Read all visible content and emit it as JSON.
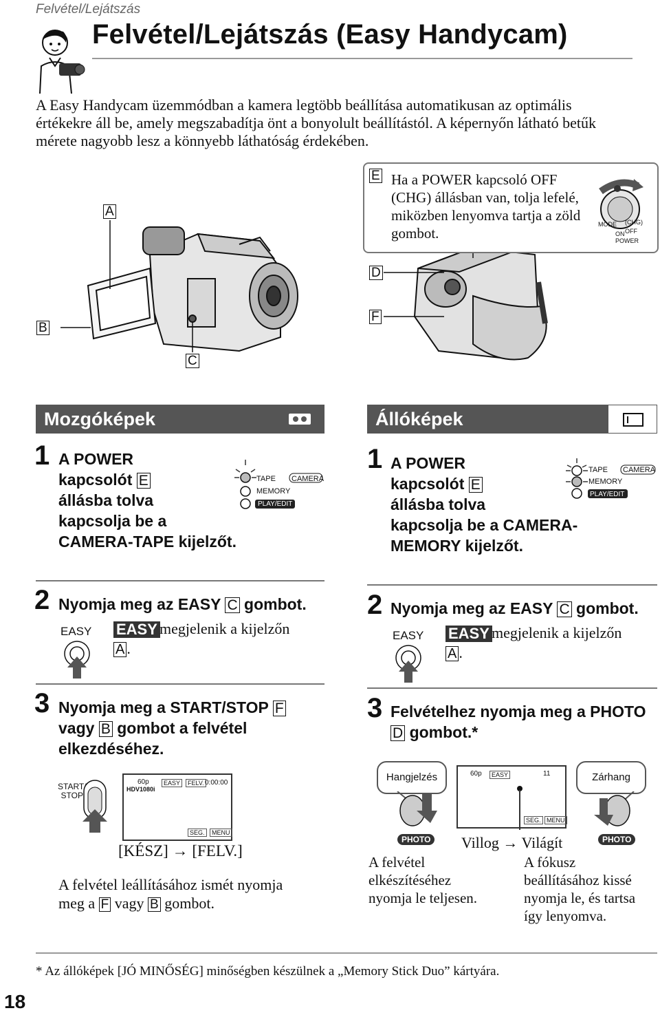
{
  "header": {
    "running_title": "Felvétel/Lejátszás",
    "title": "Felvétel/Lejátszás (Easy Handycam)"
  },
  "intro": "A Easy Handycam üzemmódban a kamera legtöbb beállítása automatikusan az optimális értékekre áll be, amely megszabadítja önt a bonyolult beállítástól. A képernyőn látható betűk mérete nagyobb lesz a könnyebb láthatóság érdekében.",
  "diagram": {
    "labels": {
      "A": "A",
      "B": "B",
      "C": "C",
      "D": "D",
      "E": "E",
      "F": "F"
    },
    "note_letter": "E",
    "note": "Ha a POWER kapcsoló OFF (CHG) állásban van, tolja lefelé, miközben lenyomva tartja a zöld gombot.",
    "dial": {
      "mode": "MODE",
      "on": "ON",
      "off": "OFF",
      "chg": "(CHG)",
      "power": "POWER"
    }
  },
  "left": {
    "heading": "Mozgóképek",
    "step1_num": "1",
    "step1_a": "A POWER",
    "step1_b": "kapcsolót",
    "step1_letter": "E",
    "step1_c": "állásba tolva",
    "step1_d": "kapcsolja be a",
    "step1_e": "CAMERA-TAPE kijelzőt.",
    "step2_num": "2",
    "step2_a": "Nyomja meg az EASY",
    "step2_letter": "C",
    "step2_b": "gombot.",
    "easy_label": "EASY",
    "easy_badge": "EASY",
    "step2_desc": "megjelenik a kijelzőn",
    "step2_letter2": "A",
    "period": ".",
    "step3_num": "3",
    "step3_a": "Nyomja meg a START/STOP",
    "step3_letter1": "F",
    "step3_b": "vagy",
    "step3_letter2": "B",
    "step3_c": "gombot a felvétel",
    "step3_d": "elkezdéséhez.",
    "startstop_label_1": "START/",
    "startstop_label_2": "STOP",
    "lcd": {
      "battery": "60p",
      "format": "HDV1080i",
      "easy": "EASY",
      "rec": "FELV.",
      "time": "0:00:00",
      "seg": "SEG.",
      "menu": "MENU"
    },
    "status_from": "[KÉSZ]",
    "arrow": "→",
    "status_to": "[FELV.]",
    "stop_a": "A felvétel leállításához ismét nyomja",
    "stop_b": "meg a",
    "stop_letter1": "F",
    "stop_c": "vagy",
    "stop_letter2": "B",
    "stop_d": "gombot."
  },
  "right": {
    "heading": "Állóképek",
    "step1_num": "1",
    "step1_a": "A POWER",
    "step1_b": "kapcsolót",
    "step1_letter": "E",
    "step1_c": "állásba tolva",
    "step1_d": "kapcsolja be a CAMERA-",
    "step1_e": "MEMORY kijelzőt.",
    "step2_num": "2",
    "step2_a": "Nyomja meg az EASY",
    "step2_letter": "C",
    "step2_b": "gombot.",
    "easy_label": "EASY",
    "easy_badge": "EASY",
    "step2_desc": "megjelenik a kijelzőn",
    "step2_letter2": "A",
    "period": ".",
    "step3_num": "3",
    "step3_a": "Felvételhez nyomja meg a PHOTO",
    "step3_letter": "D",
    "step3_b": "gombot.*",
    "callout_left": "Hangjelzés",
    "callout_right": "Zárhang",
    "lcd": {
      "battery": "60p",
      "easy": "EASY",
      "count": "11",
      "seg": "SEG.",
      "menu": "MENU"
    },
    "photo_badge": "PHOTO",
    "flash_from": "Villog",
    "arrow": "→",
    "flash_to": "Világít",
    "full_a": "A felvétel",
    "full_b": "elkészítéséhez",
    "full_c": "nyomja le teljesen.",
    "half_a": "A fókusz",
    "half_b": "beállításához kissé",
    "half_c": "nyomja le, és tartsa",
    "half_d": "így lenyomva."
  },
  "mode_lamps": {
    "tape": "TAPE",
    "memory": "MEMORY",
    "camera": "CAMERA",
    "play": "PLAY/EDIT"
  },
  "footnote": "*  Az állóképek [JÓ MINŐSÉG] minőségben készülnek a „Memory Stick Duo” kártyára.",
  "page_number": "18"
}
